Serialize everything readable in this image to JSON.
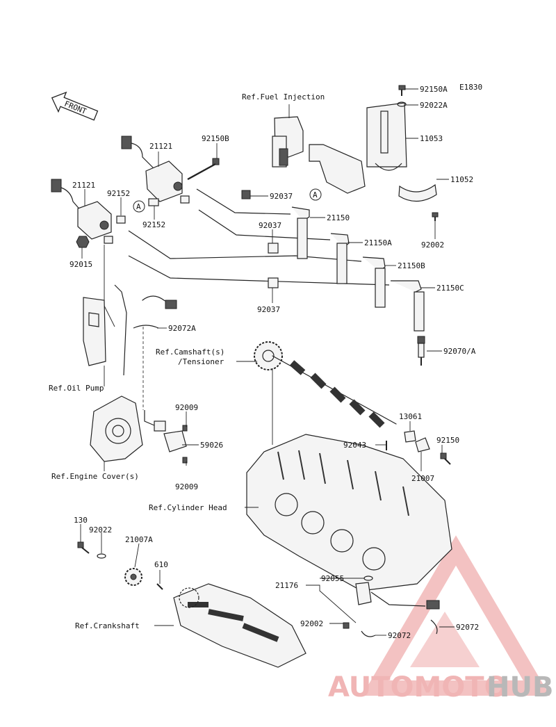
{
  "diagram_code": "E1830",
  "front_arrow": "FRONT",
  "part_labels": {
    "p92150A": "92150A",
    "p92022A": "92022A",
    "p11053": "11053",
    "p11052": "11052",
    "p92002_top": "92002",
    "p21121_upper": "21121",
    "p21121_lower": "21121",
    "p92150B": "92150B",
    "p92152_a": "92152",
    "p92152_b": "92152",
    "p92015": "92015",
    "p92037_a": "92037",
    "p92037_b": "92037",
    "p92037_c": "92037",
    "p21150": "21150",
    "p21150A": "21150A",
    "p21150B": "21150B",
    "p21150C": "21150C",
    "p92072A": "92072A",
    "p92070A": "92070/A",
    "p92009_a": "92009",
    "p92009_b": "92009",
    "p59026": "59026",
    "p13061": "13061",
    "p92150": "92150",
    "p92043": "92043",
    "p21007": "21007",
    "p130": "130",
    "p92022": "92022",
    "p21007A": "21007A",
    "p610": "610",
    "p21176": "21176",
    "p92055": "92055",
    "p92002_bot": "92002",
    "p92072_a": "92072",
    "p92072_b": "92072"
  },
  "references": {
    "fuel_injection": "Ref.Fuel Injection",
    "camshaft_1": "Ref.Camshaft(s)",
    "camshaft_2": "/Tensioner",
    "oil_pump": "Ref.Oil Pump",
    "engine_cover": "Ref.Engine Cover(s)",
    "cylinder_head": "Ref.Cylinder Head",
    "crankshaft": "Ref.Crankshaft"
  },
  "connector_marks": {
    "a1": "A",
    "a2": "A"
  },
  "watermark": {
    "red_part": "AUTOMOTO",
    "grey_part": "HUB"
  }
}
